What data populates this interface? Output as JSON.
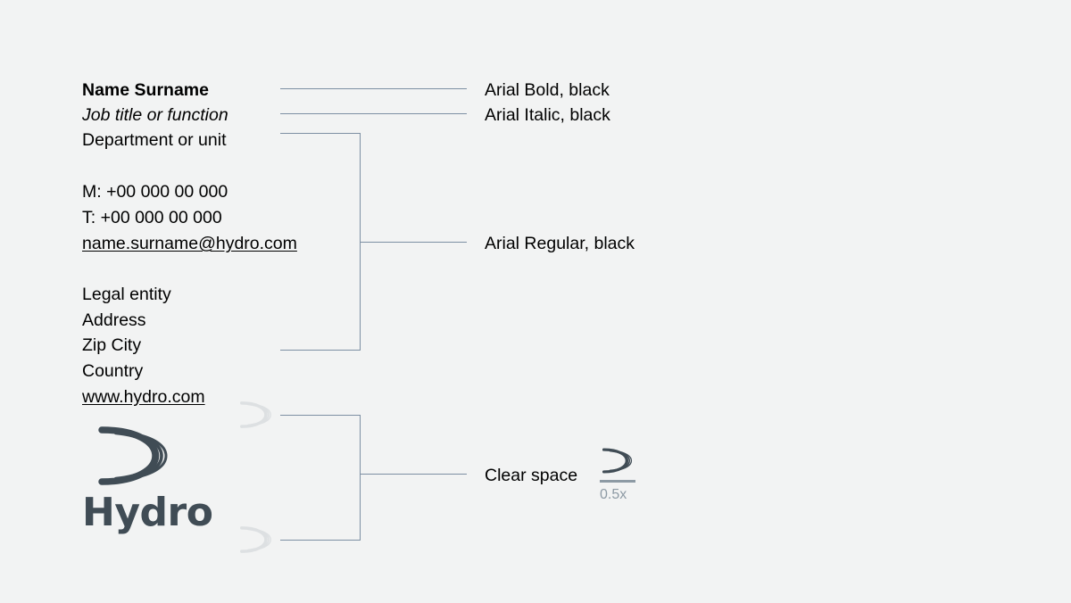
{
  "page": {
    "background_color": "#f2f3f3",
    "line_color": "#7d8fa3",
    "text_color": "#000000",
    "logo_color": "#404c55",
    "muted_color": "#8d9aa4",
    "clear_space_marker_color": "#dde0e2"
  },
  "signature": {
    "name": "Name Surname",
    "job_title": "Job title or function",
    "department": "Department or unit",
    "mobile": "M: +00 000 00 000",
    "telephone": "T: +00 000 00 000",
    "email": "name.surname@hydro.com",
    "legal_entity": "Legal entity",
    "address": "Address",
    "zip_city": "Zip City",
    "country": "Country",
    "website": "www.hydro.com"
  },
  "logo": {
    "wordmark": "Hydro",
    "mark_name": "hydro-crescent-mark"
  },
  "annotations": {
    "bold": "Arial Bold, black",
    "italic": "Arial Italic, black",
    "regular": "Arial Regular, black",
    "clear_space": "Clear space"
  },
  "unit_indicator": {
    "label": "0.5x"
  }
}
